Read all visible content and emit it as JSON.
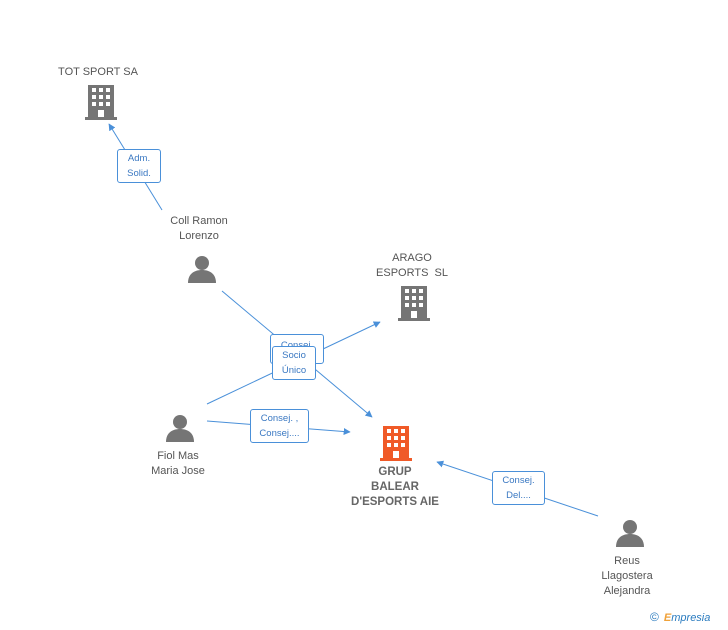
{
  "colors": {
    "edge": "#4a90d9",
    "company_icon": "#757575",
    "focus_icon": "#f05a28",
    "person_icon": "#757575",
    "brand_accent": "#f0a23a"
  },
  "nodes": {
    "tot_sport": {
      "lines": [
        "TOT SPORT SA"
      ],
      "icon": "building-icon"
    },
    "arago_esports": {
      "lines": [
        "ARAGO",
        "ESPORTS  SL"
      ],
      "icon": "building-icon"
    },
    "grup_balear": {
      "lines": [
        "GRUP",
        "BALEAR",
        "D'ESPORTS AIE"
      ],
      "icon": "building-icon"
    },
    "coll_ramon": {
      "lines": [
        "Coll Ramon",
        "Lorenzo"
      ],
      "icon": "person-icon"
    },
    "fiol_mas": {
      "lines": [
        "Fiol Mas",
        "Maria Jose"
      ],
      "icon": "person-icon"
    },
    "reus": {
      "lines": [
        "Reus",
        "Llagostera",
        "Alejandra"
      ],
      "icon": "person-icon"
    }
  },
  "edges": {
    "adm_solid": [
      "Adm.",
      "Solid."
    ],
    "consej_hidden": [
      "Consej."
    ],
    "socio_unico": [
      "Socio",
      "Único"
    ],
    "consej_fiol": [
      "Consej. ,",
      "Consej...."
    ],
    "consej_reus": [
      "Consej.",
      "Del...."
    ]
  },
  "brand": {
    "copyright": "©",
    "initial": "E",
    "rest": "mpresia"
  }
}
